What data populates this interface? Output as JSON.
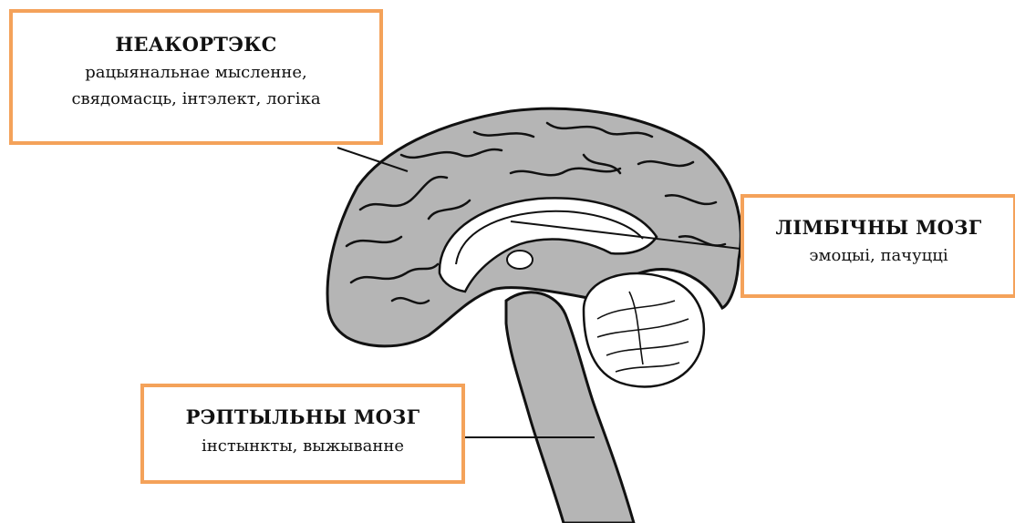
{
  "colors": {
    "box_border": "#f4a25a",
    "brain_fill": "#b5b5b5",
    "outline": "#111111",
    "background": "#ffffff"
  },
  "labels": {
    "neocortex": {
      "title": "НЕАКОРТЭКС",
      "desc_line1": "рацыянальнае мысленне,",
      "desc_line2": "свядомасць, інтэлект, логіка"
    },
    "limbic": {
      "title": "ЛІМБІЧНЫ МОЗГ",
      "desc_line1": "эмоцыі, пачуцці"
    },
    "reptilian": {
      "title": "РЭПТЫЛЬНЫ МОЗГ",
      "desc_line1": "інстынкты, выжыванне"
    }
  }
}
